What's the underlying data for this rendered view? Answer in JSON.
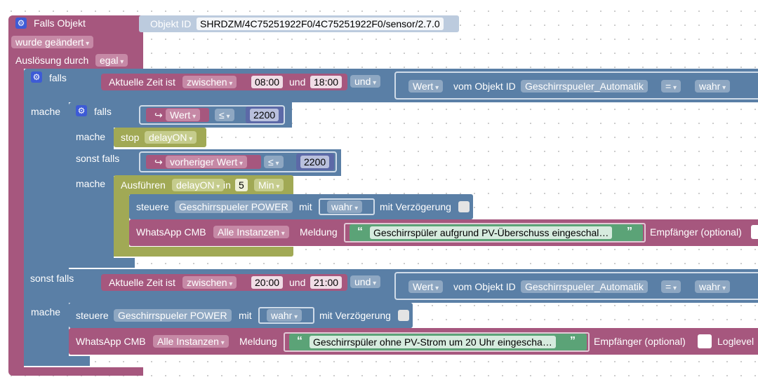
{
  "colors": {
    "trigger": "#a6577e",
    "logic": "#5a7fa6",
    "timer": "#a1a955",
    "text": "#5ba377",
    "workspace": "#ffffff"
  },
  "trigger": {
    "title": "Falls Objekt",
    "object_id_label": "Objekt ID",
    "object_id": "SHRDZM/4C75251922F0/4C75251922F0/sensor/2.7.0",
    "condition": "wurde geändert",
    "trigger_by_label": "Auslösung durch",
    "trigger_by": "egal"
  },
  "if1": {
    "if_label": "falls",
    "do_label": "mache",
    "elseif_label": "sonst falls",
    "time": {
      "prefix": "Aktuelle Zeit ist",
      "mode": "zwischen",
      "start": "08:00",
      "and": "und",
      "end": "18:00"
    },
    "logic_op": "und",
    "compare": {
      "value_kind": "Wert",
      "from_label": "vom Objekt ID",
      "object": "Geschirrspueler_Automatik",
      "op": "=",
      "value": "wahr"
    }
  },
  "if2": {
    "if_label": "falls",
    "do_label": "mache",
    "elseif_label": "sonst falls",
    "cond1": {
      "var": "Wert",
      "op": "≤",
      "value": "2200"
    },
    "stop": {
      "label": "stop",
      "timer": "delayON"
    },
    "cond2": {
      "var": "vorheriger Wert",
      "op": "≤",
      "value": "2200"
    },
    "run": {
      "label": "Ausführen",
      "timer": "delayON",
      "in_label": "in",
      "amount": "5",
      "unit": "Min"
    },
    "control": {
      "label": "steuere",
      "object": "Geschirrspueler POWER",
      "with_label": "mit",
      "value": "wahr",
      "delay_label": "mit Verzögerung"
    },
    "whatsapp": {
      "label": "WhatsApp CMB",
      "instance": "Alle Instanzen",
      "message_label": "Meldung",
      "message": "Geschirrspüler aufgrund PV-Überschuss eingeschal…",
      "recipient_label": "Empfänger (optional)"
    }
  },
  "else_branch": {
    "time": {
      "prefix": "Aktuelle Zeit ist",
      "mode": "zwischen",
      "start": "20:00",
      "and": "und",
      "end": "21:00"
    },
    "logic_op": "und",
    "compare": {
      "value_kind": "Wert",
      "from_label": "vom Objekt ID",
      "object": "Geschirrspueler_Automatik",
      "op": "=",
      "value": "wahr"
    },
    "control": {
      "label": "steuere",
      "object": "Geschirrspueler POWER",
      "with_label": "mit",
      "value": "wahr",
      "delay_label": "mit Verzögerung"
    },
    "whatsapp": {
      "label": "WhatsApp CMB",
      "instance": "Alle Instanzen",
      "message_label": "Meldung",
      "message": "Geschirrspüler ohne PV-Strom um 20 Uhr eingescha…",
      "recipient_label": "Empfänger (optional)",
      "loglevel_label": "Loglevel"
    }
  },
  "quote_open": "“",
  "quote_close": "”",
  "arrow": "↪",
  "gear": "⚙"
}
